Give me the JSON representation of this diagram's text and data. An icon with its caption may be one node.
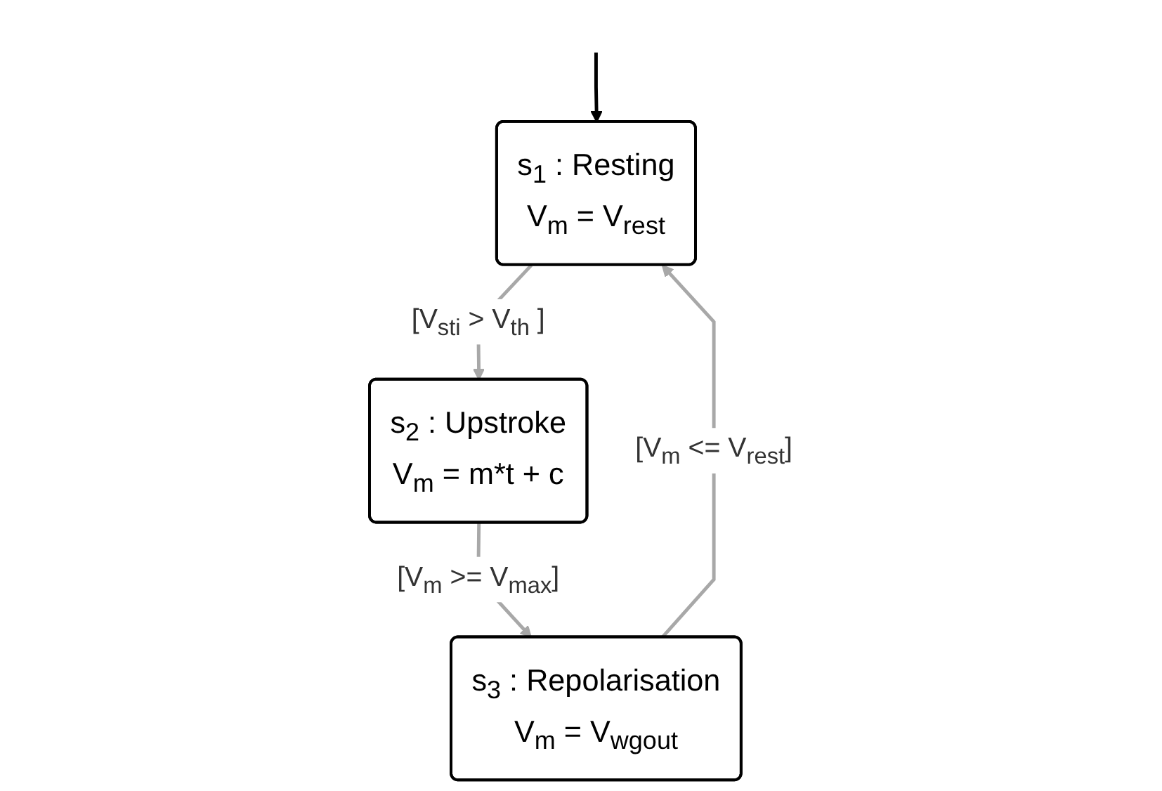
{
  "diagram": {
    "nodes": [
      {
        "text": [
          "s$_{1}$ : Resting",
          "V$_{m}$ = V$_{rest}$"
        ]
      },
      {
        "text": [
          "s$_{3}$ : Repolarisation",
          "V$_{m}$ = V$_{wgout}$"
        ]
      },
      {
        "text": [
          "s$_{2}$ : Upstroke",
          "V$_{m}$ = m*t + c"
        ]
      }
    ],
    "edges": [
      {
        "from": null,
        "to": 0,
        "arrow": "to",
        "color": "#000000"
      },
      {
        "from": 0,
        "to": 2,
        "arrow": "to",
        "label": "[V$_{sti}$ > V$_{th}$ ]",
        "color": "#a8a8a8"
      },
      {
        "from": 2,
        "to": 1,
        "arrow": "to",
        "label": "[V$_{m}$ >= V$_{max}$]",
        "color": "#a8a8a8"
      },
      {
        "from": 1,
        "to": 0,
        "arrow": "to",
        "label": "[V$_{m}$ <= V$_{rest}$]",
        "color": "#a8a8a8"
      }
    ]
  }
}
